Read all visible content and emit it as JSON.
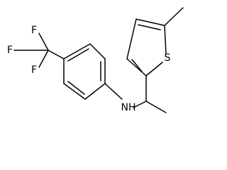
{
  "atoms": {
    "fluorine_top": "F",
    "fluorine_left": "F",
    "fluorine_bottom": "F",
    "amine": "NH",
    "sulfur": "S"
  }
}
